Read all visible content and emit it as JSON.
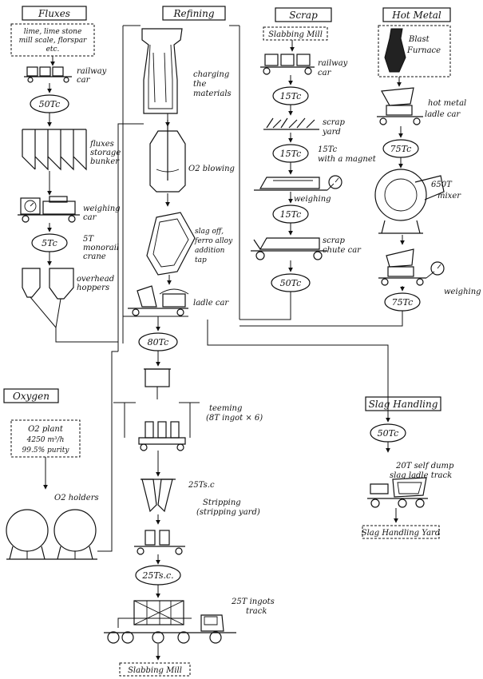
{
  "headers": {
    "fluxes": "Fluxes",
    "refining": "Refining",
    "scrap": "Scrap",
    "hot_metal": "Hot Metal",
    "oxygen": "Oxygen",
    "slag_handling": "Slag Handling"
  },
  "fluxes": {
    "source_line1": "lime, lime stone",
    "source_line2": "mill scale, florspar",
    "source_line3": "etc.",
    "railway_line1": "railway",
    "railway_line2": "car",
    "crane_capacity": "50Tc",
    "bunker_line1": "fluxes",
    "bunker_line2": "storage",
    "bunker_line3": "bunker",
    "weighing_line1": "weighing",
    "weighing_line2": "car",
    "monorail_capacity": "5Tc",
    "monorail_line1": "5T",
    "monorail_line2": "monorail",
    "monorail_line3": "crane",
    "hoppers_line1": "overhead",
    "hoppers_line2": "hoppers"
  },
  "refining": {
    "charging_line1": "charging",
    "charging_line2": "the",
    "charging_line3": "materials",
    "blowing": "O2 blowing",
    "slag_line1": "slag off,",
    "slag_line2": "ferro alloy",
    "slag_line3": "addition",
    "slag_line4": "tap",
    "ladle_car": "ladle car",
    "crane_capacity": "80Tc",
    "teeming_line1": "teeming",
    "teeming_line2": "(8T ingot × 6)",
    "stripping_capacity": "25Ts.c",
    "stripping_line1": "Stripping",
    "stripping_line2": "(stripping yard)",
    "yard_crane_capacity": "25Ts.c.",
    "track_line1": "25T ingots",
    "track_line2": "track",
    "destination": "Slabbing Mill"
  },
  "scrap": {
    "source": "Slabbing Mill",
    "railway_line1": "railway",
    "railway_line2": "car",
    "crane1_capacity": "15Tc",
    "yard_line1": "scrap",
    "yard_line2": "yard",
    "crane2_capacity": "15Tc",
    "magnet_line1": "15Tc",
    "magnet_line2": "with a magnet",
    "weighing": "weighing",
    "crane3_capacity": "15Tc",
    "chute_line1": "scrap",
    "chute_line2": "chute car",
    "crane4_capacity": "50Tc"
  },
  "hot_metal": {
    "furnace_line1": "Blast",
    "furnace_line2": "Furnace",
    "ladle_line1": "hot metal",
    "ladle_line2": "ladle car",
    "crane1_capacity": "75Tc",
    "mixer_line1": "650T",
    "mixer_line2": "mixer",
    "weighing": "weighing",
    "crane2_capacity": "75Tc"
  },
  "oxygen": {
    "plant_line1": "O2 plant",
    "plant_line2": "4250 m³/h",
    "plant_line3": "99.5% purity",
    "holders": "O2 holders"
  },
  "slag": {
    "crane_capacity": "50Tc",
    "truck_line1": "20T self dump",
    "truck_line2": "slag ladle track",
    "yard": "Slag Handling Yard"
  }
}
